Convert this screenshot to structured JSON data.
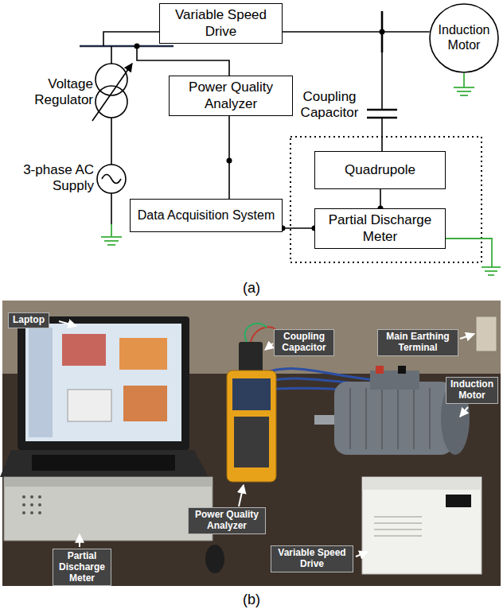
{
  "diagram": {
    "nodes": [
      {
        "text": [
          "Variable Speed Drive"
        ]
      },
      {
        "text": [
          "Induction Motor"
        ]
      },
      {
        "text": [
          "Power Quality Analyzer"
        ]
      },
      {
        "text": [
          "Quadrupole"
        ]
      },
      {
        "text": [
          "Data Acquisition System"
        ]
      },
      {
        "text": [
          "Partial Discharge Meter"
        ]
      }
    ],
    "edges": [
      {
        "from": 0,
        "to": 1,
        "arrow": "none"
      },
      {
        "from": 2,
        "to": 4,
        "arrow": "none"
      },
      {
        "from": 3,
        "to": 5,
        "arrow": "none"
      },
      {
        "from": 4,
        "to": 5,
        "arrow": "none"
      }
    ],
    "labels": [
      "Voltage Regulator",
      "3-phase AC Supply",
      "Coupling Capacitor",
      "(a)",
      "Laptop",
      "Coupling Capacitor",
      "Main Earthing Terminal",
      "Induction Motor",
      "Power Quality Analyzer",
      "Partial Discharge Meter",
      "Variable Speed Drive",
      "(b)"
    ]
  }
}
